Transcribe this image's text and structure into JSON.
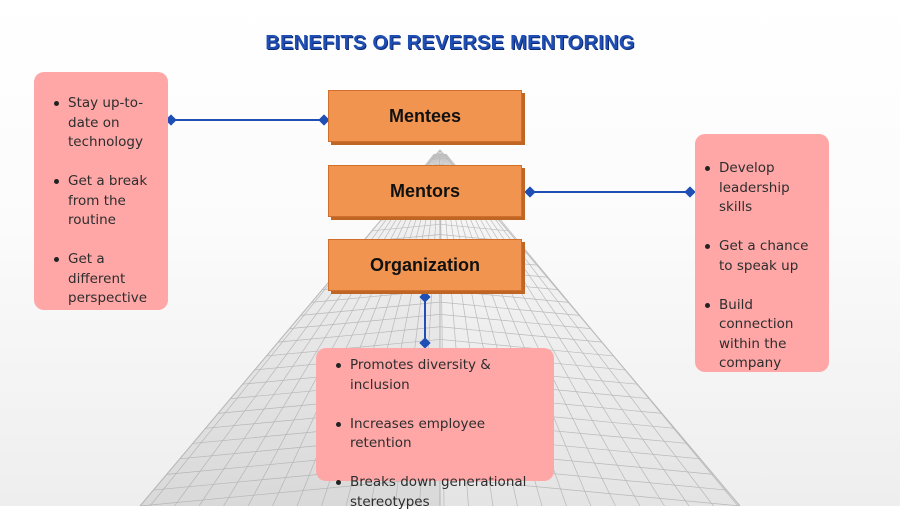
{
  "title": "BENEFITS OF REVERSE MENTORING",
  "roles": {
    "mentees": "Mentees",
    "mentors": "Mentors",
    "organization": "Organization"
  },
  "mentees_benefits": [
    "Stay up-to-date on technology",
    "Get a break from the routine",
    "Get a different perspective"
  ],
  "mentors_benefits": [
    "Develop leadership skills",
    "Get a chance to speak up",
    "Build connection within the company"
  ],
  "organization_benefits": [
    "Promotes diversity & inclusion",
    "Increases employee retention",
    "Breaks down generational stereotypes"
  ],
  "colors": {
    "title": "#1f4fb4",
    "role_box": "#f0944f",
    "card": "#ffa7a7",
    "connector": "#1f4fb4"
  }
}
